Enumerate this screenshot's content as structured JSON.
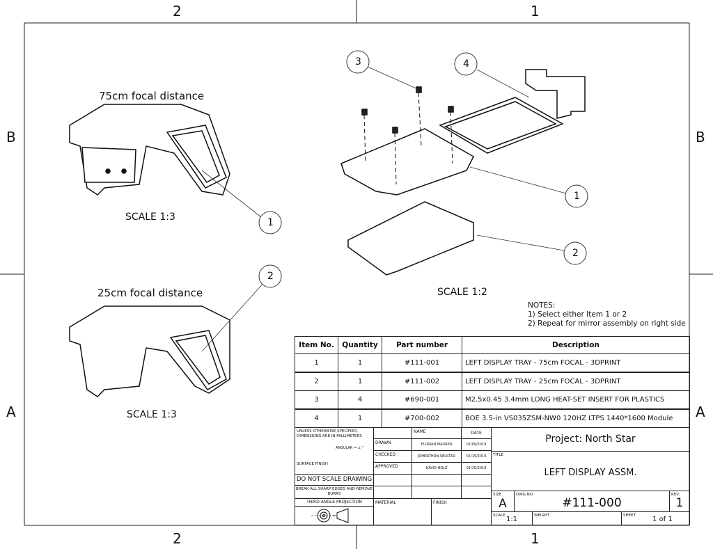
{
  "zones": {
    "top": [
      "2",
      "1"
    ],
    "bottom": [
      "2",
      "1"
    ],
    "left": [
      "B",
      "A"
    ],
    "right": [
      "B",
      "A"
    ]
  },
  "views": {
    "view75_caption": "75cm focal distance",
    "view75_scale": "SCALE 1:3",
    "view25_caption": "25cm focal distance",
    "view25_scale": "SCALE 1:3",
    "exploded_scale": "SCALE 1:2"
  },
  "balloons": {
    "a": "1",
    "b": "2",
    "c": "3",
    "d": "4",
    "e": "1",
    "f": "2"
  },
  "notes": {
    "title": "NOTES:",
    "lines": [
      "1) Select either Item 1 or 2",
      "2) Repeat for mirror assembly on right side"
    ]
  },
  "bom": {
    "headers": [
      "Item No.",
      "Quantity",
      "Part number",
      "Description"
    ],
    "rows": [
      [
        "1",
        "1",
        "#111-001",
        "LEFT DISPLAY TRAY - 75cm FOCAL - 3DPRINT"
      ],
      [
        "2",
        "1",
        "#111-002",
        "LEFT DISPLAY TRAY - 25cm FOCAL - 3DPRINT"
      ],
      [
        "3",
        "4",
        "#690-001",
        "M2.5x0.45  3.4mm LONG HEAT-SET INSERT FOR PLASTICS"
      ],
      [
        "4",
        "1",
        "#700-002",
        "BOE 3.5-in VS035ZSM-NW0 120HZ LTPS 1440*1600 Module"
      ]
    ]
  },
  "title_block": {
    "unless": "UNLESS OTHERWISE SPECIFIED, DIMENSIONS ARE IN MILLIMETERS",
    "angular": "ANGULAR = ± °",
    "surface": "SURFACE FINISH",
    "do_not_scale": "DO NOT SCALE DRAWING",
    "break_edges": "BREAK ALL SHARP EDGES AND REMOVE BURRS",
    "projection": "THIRD ANGLE PROJECTION",
    "name_hdr": "NAME",
    "date_hdr": "DATE",
    "drawn": "DRAWN",
    "drawn_name": "FLORIAN MAURER",
    "drawn_date": "01/09/2019",
    "checked": "CHECKED",
    "checked_name": "JOHNATHON SELSTAD",
    "checked_date": "01/15/2019",
    "approved": "APPROVED",
    "approved_name": "DAVID HOLZ",
    "approved_date": "01/15/2019",
    "material": "MATERIAL",
    "finish": "FINISH",
    "project": "Project: North Star",
    "title_lbl": "TITLE",
    "title": "LEFT DISPLAY ASSM.",
    "size_lbl": "SIZE",
    "size": "A",
    "dwg_lbl": "DWG NO.",
    "dwg": "#111-000",
    "rev_lbl": "REV.",
    "rev": "1",
    "scale_lbl": "SCALE",
    "scale": "1:1",
    "weight_lbl": "WEIGHT",
    "sheet_lbl": "SHEET",
    "sheet": "1 of 1"
  }
}
